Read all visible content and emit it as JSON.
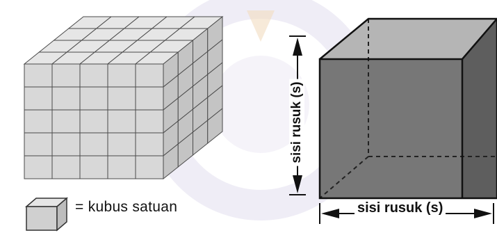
{
  "figure": {
    "legend": {
      "text": "= kubus satuan",
      "icon": "unit-cube-icon"
    },
    "cube_edge_side_label": "sisi rusuk (s)",
    "cube_edge_bottom_label": "sisi rusuk (s)"
  },
  "unit_cube_block": {
    "width": 5,
    "height": 5,
    "depth": 4
  },
  "colors": {
    "cube_face": "#d8d8d8",
    "cube_top": "#e6e6e6",
    "cube_side": "#c4c4c4",
    "solid_cube_front": "#777777",
    "solid_cube_top": "#b5b5b5",
    "solid_cube_side": "#5e5e5e"
  }
}
